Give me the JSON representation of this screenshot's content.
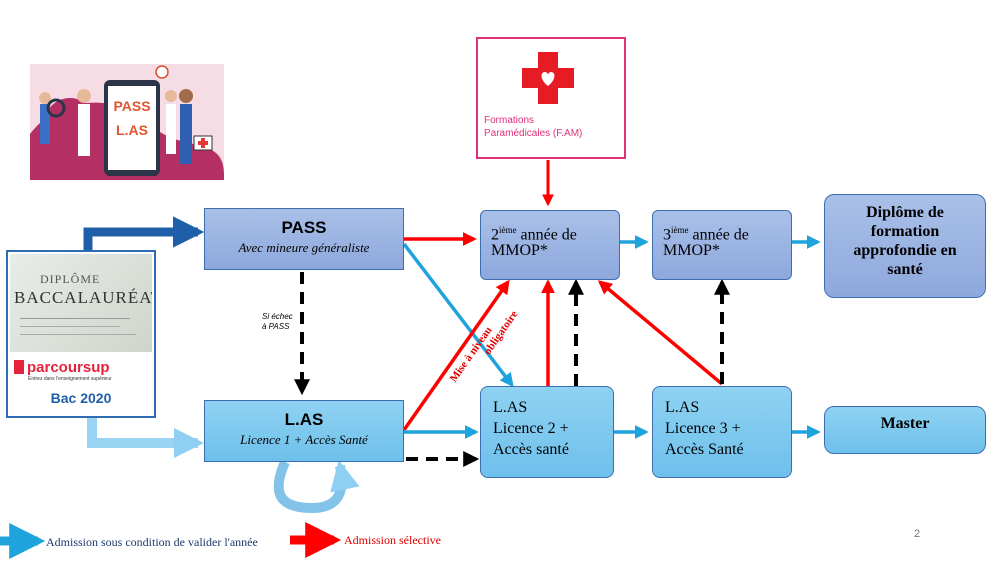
{
  "illustration": {
    "text_line1": "PASS",
    "text_line2": "L.AS"
  },
  "fam": {
    "label_line1": "Formations",
    "label_line2": "Paramédicales (F.AM)"
  },
  "bac": {
    "label": "Bac 2020",
    "brand": "parcoursup",
    "brand_sub": "Entrez dans l'enseignement supérieur",
    "photo_line1": "DIPLÔME",
    "photo_line2": "BACCALAURÉAT"
  },
  "pass": {
    "title": "PASS",
    "subtitle": "Avec mineure généraliste"
  },
  "las": {
    "title": "L.AS",
    "subtitle": "Licence 1 + Accès Santé"
  },
  "echec": {
    "line1": "Si échec",
    "line2": "à PASS"
  },
  "mmop2": {
    "sup": "ième",
    "prefix": "2",
    "rest": " année de",
    "line2": "MMOP*"
  },
  "mmop3": {
    "sup": "ième",
    "prefix": "3",
    "rest": " année de",
    "line2": "MMOP*"
  },
  "las2": {
    "line1": "L.AS",
    "line2": "Licence 2 +",
    "line3": "Accès santé"
  },
  "las3": {
    "line1": "L.AS",
    "line2": "Licence 3 +",
    "line3": "Accès Santé"
  },
  "diplome": {
    "line1": "Diplôme de",
    "line2": "formation",
    "line3": "approfondie en",
    "line4": "santé"
  },
  "master": {
    "label": "Master"
  },
  "diagonal_label": {
    "line1": "Mise à niveau",
    "line2": "obligatoire"
  },
  "legend": {
    "blue_label": "Admission sous condition de valider l'année",
    "red_label": "Admission sélective"
  },
  "page_number": "2",
  "colors": {
    "red": "#ff0000",
    "blue_arrow": "#1fa3dc",
    "dark_blue": "#1f5fa8",
    "pink_border": "#e0307a",
    "dark_box": "#98b2e2",
    "light_box": "#7fc8ee"
  }
}
